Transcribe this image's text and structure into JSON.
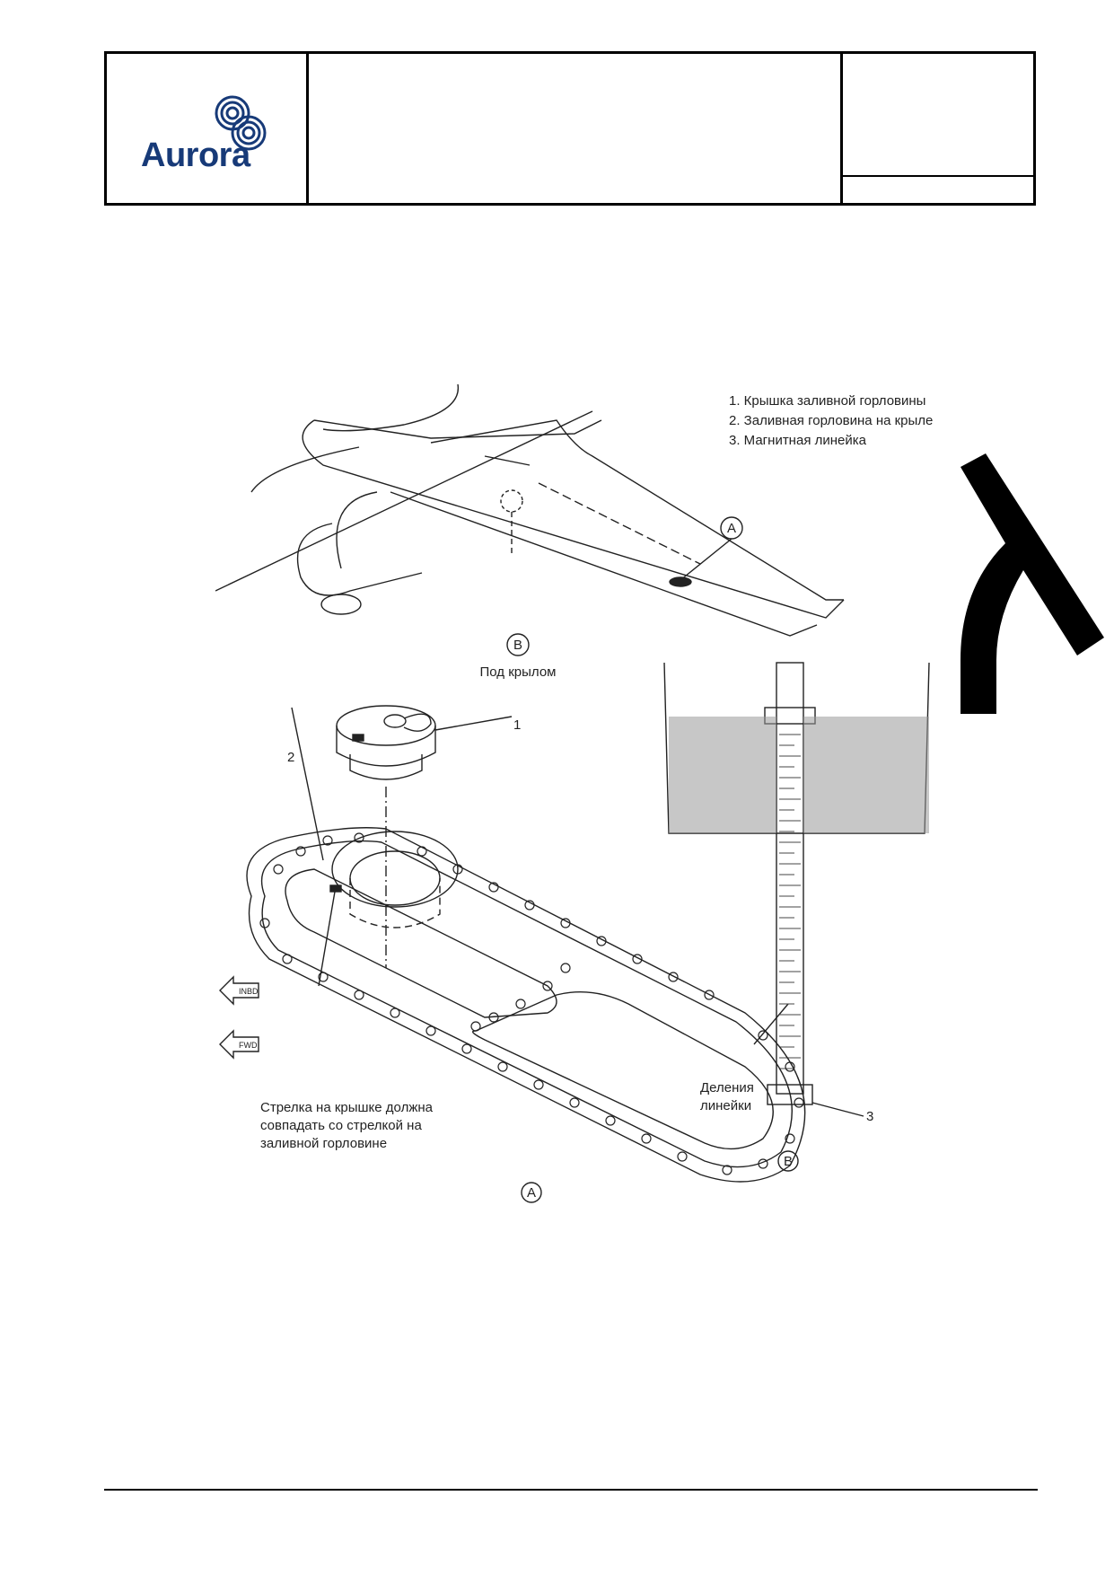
{
  "header": {
    "logo_text": "Aurora",
    "title": "",
    "info_top": "",
    "info_bottom": ""
  },
  "figure": {
    "legend": [
      "1. Крышка заливной горловины",
      "2. Заливная горловина на крыле",
      "3. Магнитная линейка"
    ],
    "label_under_wing": "Под крылом",
    "callout_a": "A",
    "callout_b": "B",
    "callout_b_small": "B",
    "item_1": "1",
    "item_2": "2",
    "item_3": "3",
    "ruler_divisions_line1": "Деления",
    "ruler_divisions_line2": "линейки",
    "arrow_note_line1": "Стрелка на крышке должна",
    "arrow_note_line2": "совпадать со стрелкой на",
    "arrow_note_line3": "заливной горловине",
    "inb_label": "INBD",
    "fwd_label": "FWD"
  },
  "colors": {
    "logo_blue": "#173a78",
    "line": "#222222"
  }
}
